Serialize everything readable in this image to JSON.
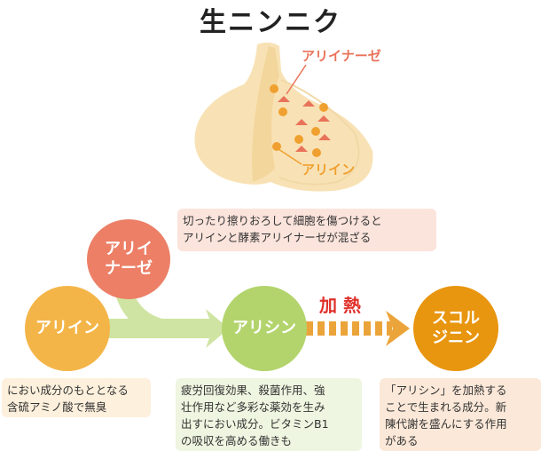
{
  "title": "生ニンニク",
  "garlic": {
    "label_enzyme": "アリイナーゼ",
    "label_alliin": "アリイン"
  },
  "nodes": {
    "alliinase": "アリイ\nナーゼ",
    "alliin": "アリイン",
    "allicin": "アリシン",
    "scordinin": "スコル\nジニン"
  },
  "heat_label": "加 熱",
  "notes": {
    "mix": "切ったり擦りおろして細胞を傷つけると\nアリインと酵素アリイナーゼが混ざる",
    "alliin": "におい成分のもととなる\n含硫アミノ酸で無臭",
    "allicin": "疲労回復効果、殺菌作用、強\n壮作用など多彩な薬効を生み\n出すにおい成分。ビタミンB1\nの吸収を高める働きも",
    "scordinin": "「アリシン」を加熱する\nことで生まれる成分。新\n陳代謝を盛んにする作用\nがある"
  },
  "colors": {
    "alliinase": "#ec7f66",
    "alliin": "#f4b548",
    "allicin": "#b3d46c",
    "scordinin": "#e8950f",
    "arrow_green": "#cfe4a2",
    "heat": "#e0302a",
    "dash": "#eba43a"
  }
}
